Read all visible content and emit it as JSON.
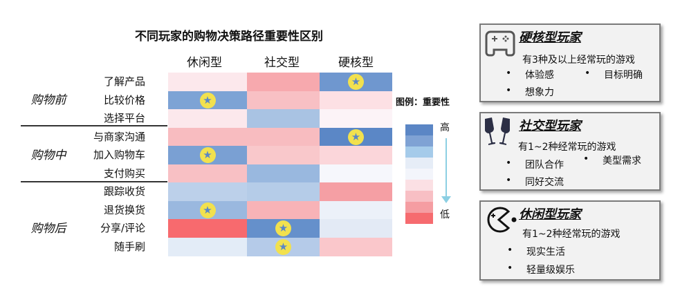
{
  "title": "不同玩家的购物决策路径重要性区别",
  "columns": [
    "休闲型",
    "社交型",
    "硬核型"
  ],
  "groups": [
    "购物前",
    "购物中",
    "购物后"
  ],
  "rows": [
    {
      "label": "了解产品",
      "colors": [
        "#fce8ec",
        "#f7a9ae",
        "#6f97cf"
      ],
      "stars": [
        false,
        false,
        true
      ]
    },
    {
      "label": "比较价格",
      "colors": [
        "#7da3d5",
        "#f8c0c4",
        "#fde0e4"
      ],
      "stars": [
        true,
        false,
        false
      ]
    },
    {
      "label": "选择平台",
      "colors": [
        "#fce8ec",
        "#a9c3e3",
        "#fcf3f7"
      ],
      "stars": [
        false,
        false,
        false
      ]
    },
    {
      "label": "与商家沟通",
      "colors": [
        "#f8bcc0",
        "#f8bcc0",
        "#5b87c6"
      ],
      "stars": [
        false,
        false,
        true
      ]
    },
    {
      "label": "加入购物车",
      "colors": [
        "#7aa0d3",
        "#f9c8cb",
        "#fbd6da"
      ],
      "stars": [
        true,
        false,
        false
      ]
    },
    {
      "label": "支付购买",
      "colors": [
        "#f8c0c4",
        "#99b8df",
        "#f6f7fc"
      ],
      "stars": [
        false,
        false,
        false
      ]
    },
    {
      "label": "跟踪收货",
      "colors": [
        "#bcd0ea",
        "#b5cce8",
        "#f59fa4"
      ],
      "stars": [
        false,
        false,
        false
      ]
    },
    {
      "label": "退货换货",
      "colors": [
        "#9ab8df",
        "#f8b3b7",
        "#ecf1f9"
      ],
      "stars": [
        true,
        false,
        false
      ]
    },
    {
      "label": "分享/评论",
      "colors": [
        "#f76a6e",
        "#6590cb",
        "#e3eaf5"
      ],
      "stars": [
        false,
        true,
        false
      ]
    },
    {
      "label": "随手刷",
      "colors": [
        "#e3ecf7",
        "#b5cbe9",
        "#fac7cb"
      ],
      "stars": [
        false,
        true,
        false
      ]
    }
  ],
  "legend": {
    "title": "图例：重要性",
    "high": "高",
    "low": "低",
    "colors": [
      "#5b86c5",
      "#7fa2d4",
      "#a5cbea",
      "#e6edf7",
      "#f3f5fb",
      "#fbe0e4",
      "#f8bfc4",
      "#f59da2",
      "#f66b6f"
    ]
  },
  "cards": [
    {
      "title": "硬核型玩家",
      "sub": "有3种及以上经常玩的游戏",
      "bullets": [
        "体验感",
        "目标明确",
        "想象力"
      ],
      "icon": "gamepad-icon"
    },
    {
      "title": "社交型玩家",
      "sub": "有1~2种经常玩的游戏",
      "bullets": [
        "团队合作",
        "美型需求",
        "同好交流"
      ],
      "icon": "champagne-glasses-icon"
    },
    {
      "title": "休闲型玩家",
      "sub": "有1~2种经常玩的游戏",
      "bullets": [
        "现实生活",
        "轻量级娱乐"
      ],
      "icon": "pacman-icon"
    }
  ]
}
